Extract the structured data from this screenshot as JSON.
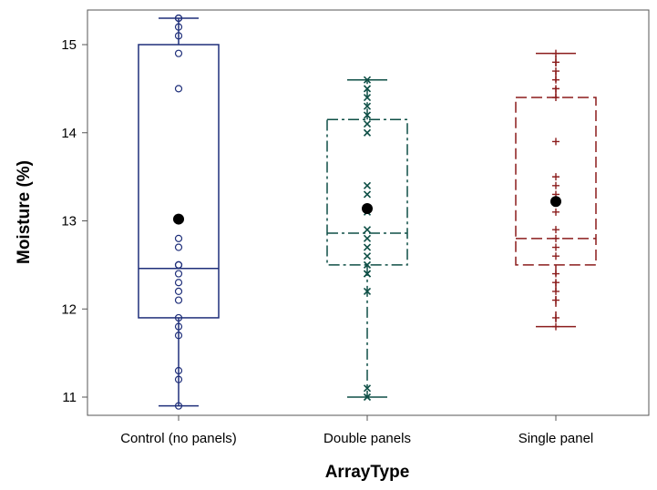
{
  "chart_data": {
    "type": "boxplot",
    "xlabel": "ArrayType",
    "ylabel": "Moisture (%)",
    "ylim": [
      10.8,
      15.4
    ],
    "yticks": [
      11,
      12,
      13,
      14,
      15
    ],
    "grid": false,
    "legend": "none",
    "categories": [
      "Control (no panels)",
      "Double panels",
      "Single panel"
    ],
    "series": [
      {
        "category": "Control (no panels)",
        "color": "#1f2f7a",
        "line_style": "solid",
        "marker": "circle",
        "whisker_low": 10.9,
        "q1": 11.9,
        "median": 12.46,
        "q3": 15.0,
        "whisker_high": 15.3,
        "mean": 13.02,
        "points": [
          10.9,
          11.2,
          11.3,
          11.7,
          11.8,
          11.9,
          12.1,
          12.2,
          12.3,
          12.4,
          12.5,
          12.5,
          12.7,
          12.8,
          14.5,
          14.9,
          15.1,
          15.2,
          15.3,
          15.3
        ]
      },
      {
        "category": "Double panels",
        "color": "#0e4f46",
        "line_style": "dashdot",
        "marker": "x",
        "whisker_low": 11.0,
        "q1": 12.5,
        "median": 12.86,
        "q3": 14.15,
        "whisker_high": 14.6,
        "mean": 13.14,
        "points": [
          11.0,
          11.1,
          12.2,
          12.4,
          12.4,
          12.5,
          12.6,
          12.7,
          12.8,
          12.9,
          13.1,
          13.3,
          13.4,
          14.0,
          14.1,
          14.2,
          14.3,
          14.4,
          14.5,
          14.6
        ]
      },
      {
        "category": "Single panel",
        "color": "#8b1c1c",
        "line_style": "dashed",
        "marker": "plus",
        "whisker_low": 11.8,
        "q1": 12.5,
        "median": 12.8,
        "q3": 14.4,
        "whisker_high": 14.9,
        "mean": 13.22,
        "points": [
          11.8,
          11.9,
          12.1,
          12.2,
          12.3,
          12.4,
          12.6,
          12.7,
          12.8,
          12.9,
          13.1,
          13.3,
          13.4,
          13.5,
          13.9,
          14.4,
          14.5,
          14.6,
          14.7,
          14.8,
          14.9
        ]
      }
    ]
  }
}
